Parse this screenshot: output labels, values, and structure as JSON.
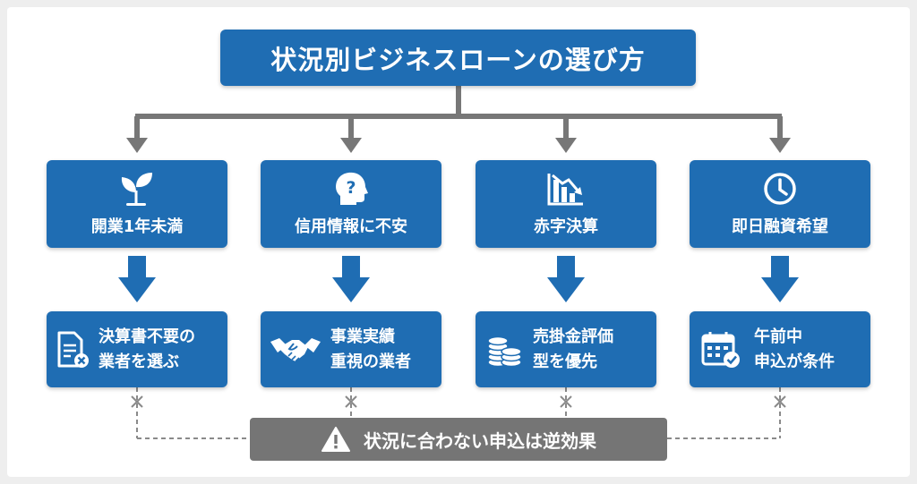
{
  "title": "状況別ビジネスローンの選び方",
  "colors": {
    "box": "#1f6db3",
    "connector": "#777777",
    "warning": "#757575"
  },
  "situations": [
    {
      "label": "開業1年未満",
      "icon": "sprout-icon"
    },
    {
      "label": "信用情報に不安",
      "icon": "head-question-icon"
    },
    {
      "label": "赤字決算",
      "icon": "declining-chart-icon"
    },
    {
      "label": "即日融資希望",
      "icon": "clock-icon"
    }
  ],
  "actions": [
    {
      "line1": "決算書不要の",
      "line2": "業者を選ぶ",
      "icon": "document-x-icon"
    },
    {
      "line1": "事業実績",
      "line2": "重視の業者",
      "icon": "handshake-icon"
    },
    {
      "line1": "売掛金評価",
      "line2": "型を優先",
      "icon": "coins-icon"
    },
    {
      "line1": "午前中",
      "line2": "申込が条件",
      "icon": "calendar-check-icon"
    }
  ],
  "warning": {
    "text": "状況に合わない申込は逆効果",
    "icon": "warning-triangle-icon"
  }
}
